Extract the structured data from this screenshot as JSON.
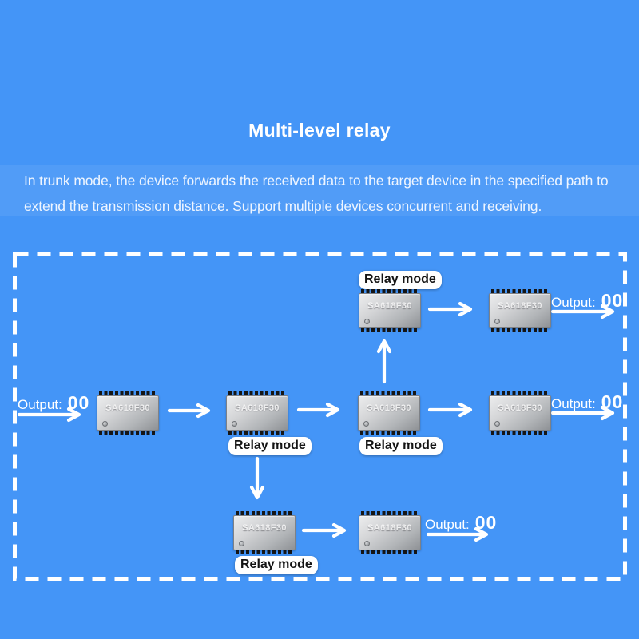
{
  "page": {
    "background_color": "#4495f7",
    "accent_color": "#ffffff"
  },
  "header": {
    "title": "Multi-level relay",
    "description": "In trunk mode, the device forwards the received data to the target device in the specified path to extend the transmission distance. Support multiple devices concurrent and receiving."
  },
  "diagram": {
    "frame_color": "#ffffff",
    "chip_model": "SA618F30",
    "chips": [
      {
        "id": "top-left",
        "label": "SA618F30"
      },
      {
        "id": "top-right",
        "label": "SA618F30"
      },
      {
        "id": "mid-1",
        "label": "SA618F30"
      },
      {
        "id": "mid-2",
        "label": "SA618F30"
      },
      {
        "id": "mid-3",
        "label": "SA618F30"
      },
      {
        "id": "mid-4",
        "label": "SA618F30"
      },
      {
        "id": "bottom-left",
        "label": "SA618F30"
      },
      {
        "id": "bottom-right",
        "label": "SA618F30"
      }
    ],
    "relay_labels": [
      {
        "id": "above-top-left-chip",
        "text": "Relay mode"
      },
      {
        "id": "below-mid-2-chip",
        "text": "Relay mode"
      },
      {
        "id": "below-mid-3-chip",
        "text": "Relay mode"
      },
      {
        "id": "below-bottom-left-chip",
        "text": "Relay mode"
      }
    ],
    "outputs": [
      {
        "id": "input-left",
        "prefix": "Output:",
        "value": "00"
      },
      {
        "id": "top-right",
        "prefix": "Output:",
        "value": "00"
      },
      {
        "id": "mid-right",
        "prefix": "Output:",
        "value": "00"
      },
      {
        "id": "bottom",
        "prefix": "Output:",
        "value": "00"
      }
    ],
    "chip_colors": {
      "body_light": "#ecedee",
      "body_dark": "#8e9195",
      "pins": "#161616"
    }
  }
}
